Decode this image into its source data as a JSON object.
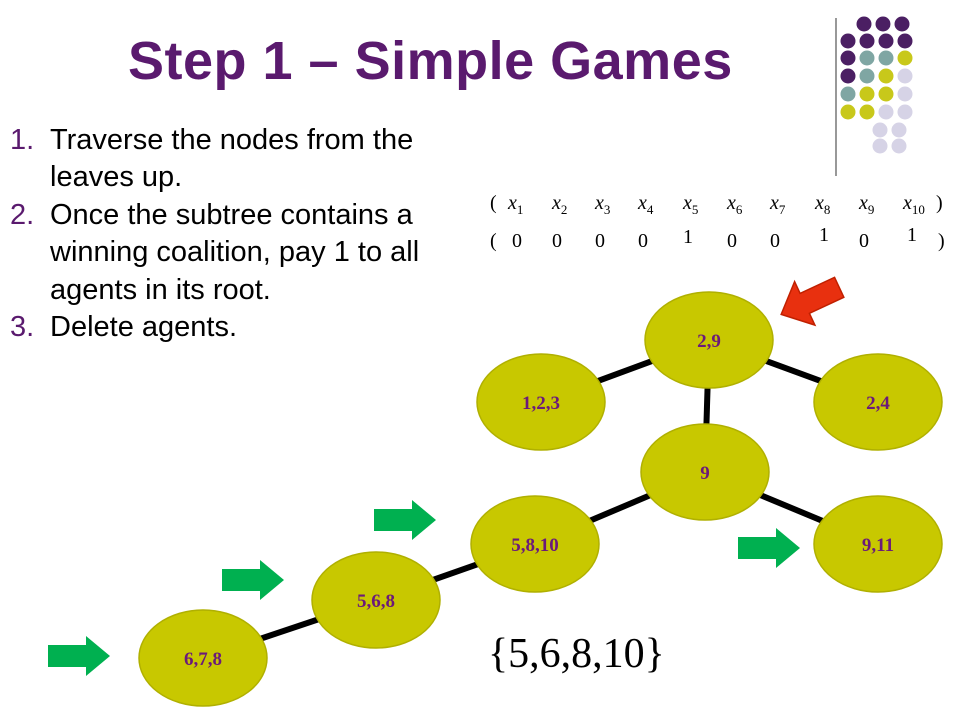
{
  "slide": {
    "title": "Step 1 – Simple Games",
    "steps": [
      {
        "num": "1.",
        "text": "Traverse the nodes from the leaves up."
      },
      {
        "num": "2.",
        "text": "Once the subtree contains a winning coalition, pay 1 to all agents in its root."
      },
      {
        "num": "3.",
        "text": "Delete agents."
      }
    ],
    "vector": {
      "open_header": "(",
      "close_header": ")",
      "open_values": "(",
      "close_values": ")",
      "variables": [
        {
          "base": "x",
          "sub": "1"
        },
        {
          "base": "x",
          "sub": "2"
        },
        {
          "base": "x",
          "sub": "3"
        },
        {
          "base": "x",
          "sub": "4"
        },
        {
          "base": "x",
          "sub": "5"
        },
        {
          "base": "x",
          "sub": "6"
        },
        {
          "base": "x",
          "sub": "7"
        },
        {
          "base": "x",
          "sub": "8"
        },
        {
          "base": "x",
          "sub": "9"
        },
        {
          "base": "x",
          "sub": "10"
        }
      ],
      "values": [
        "0",
        "0",
        "0",
        "0",
        "1",
        "0",
        "0",
        "1",
        "0",
        "1"
      ]
    },
    "nodes": [
      {
        "id": "n29",
        "label": "2,9"
      },
      {
        "id": "n123",
        "label": "1,2,3"
      },
      {
        "id": "n24",
        "label": "2,4"
      },
      {
        "id": "n9",
        "label": "9"
      },
      {
        "id": "n5810",
        "label": "5,8,10"
      },
      {
        "id": "n911",
        "label": "9,11"
      },
      {
        "id": "n568",
        "label": "5,6,8"
      },
      {
        "id": "n678",
        "label": "6,7,8"
      }
    ],
    "edges": [
      [
        "n29",
        "n123"
      ],
      [
        "n29",
        "n24"
      ],
      [
        "n29",
        "n9"
      ],
      [
        "n9",
        "n5810"
      ],
      [
        "n9",
        "n911"
      ],
      [
        "n5810",
        "n568"
      ],
      [
        "n568",
        "n678"
      ]
    ],
    "result_set": "{5,6,8,10}",
    "colors": {
      "node_fill": "#c8c800",
      "node_stroke": "#b0b000",
      "node_label": "#6b1a7a",
      "edge": "#000000",
      "green_arrow": "#00b050",
      "red_arrow": "#e8300f",
      "title": "#5a1a6e",
      "dot_purple": "#4b1f63",
      "dot_teal": "#7fa6a3",
      "dot_olive": "#c8c81a",
      "dot_lavender": "#d6d3e6"
    },
    "icons": [
      "green-arrow-icon",
      "red-arrow-icon"
    ]
  }
}
